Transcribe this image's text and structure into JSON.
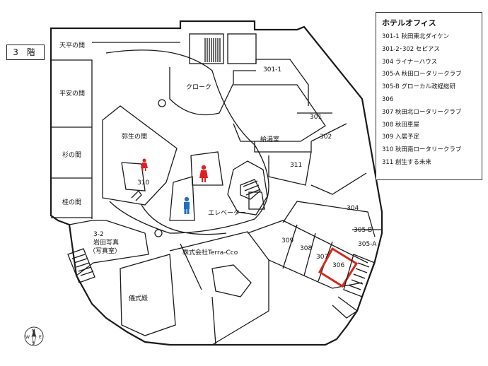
{
  "floor_label": "3 階",
  "legend": {
    "title": "ホテルオフィス",
    "items": [
      "301-1  秋田東北ダイケン",
      "301-2･302  セピアス",
      "304  ライナーハウス",
      "305-A  秋田ロータリークラブ",
      "305-B  グローカル政経総研",
      "306",
      "307  秋田北ロータリークラブ",
      "308  秋田車屋",
      "309  入居予定",
      "310  秋田南ロータリークラブ",
      "311  創生する未来"
    ]
  },
  "rooms": {
    "tenpyo": "天平の間",
    "heian": "平安の間",
    "sugi": "杉の間",
    "katsura": "桂の間",
    "yayoi": "弥生の間",
    "iwata_num": "3-2",
    "iwata_name": "岩田写真",
    "iwata_sub": "（写真室）",
    "gishikiden": "儀式殿",
    "cloak": "クローク",
    "kyutoshitsu": "給湯室",
    "elevator": "エレベーター",
    "terra": "株式会社Terra-Cco",
    "r301_1": "301-1",
    "r301": "301",
    "r302": "302",
    "r304": "304",
    "r305b": "305-B",
    "r305a": "305-A",
    "r306": "306",
    "r307": "307",
    "r308": "308",
    "r309": "309",
    "r310": "310",
    "r311": "311"
  },
  "compass": {
    "n": "N",
    "s": "S",
    "e": "E",
    "w": "W"
  },
  "colors": {
    "highlight": "#d42a1e",
    "restroom_female": "#e02020",
    "restroom_male": "#1f6fc4"
  }
}
